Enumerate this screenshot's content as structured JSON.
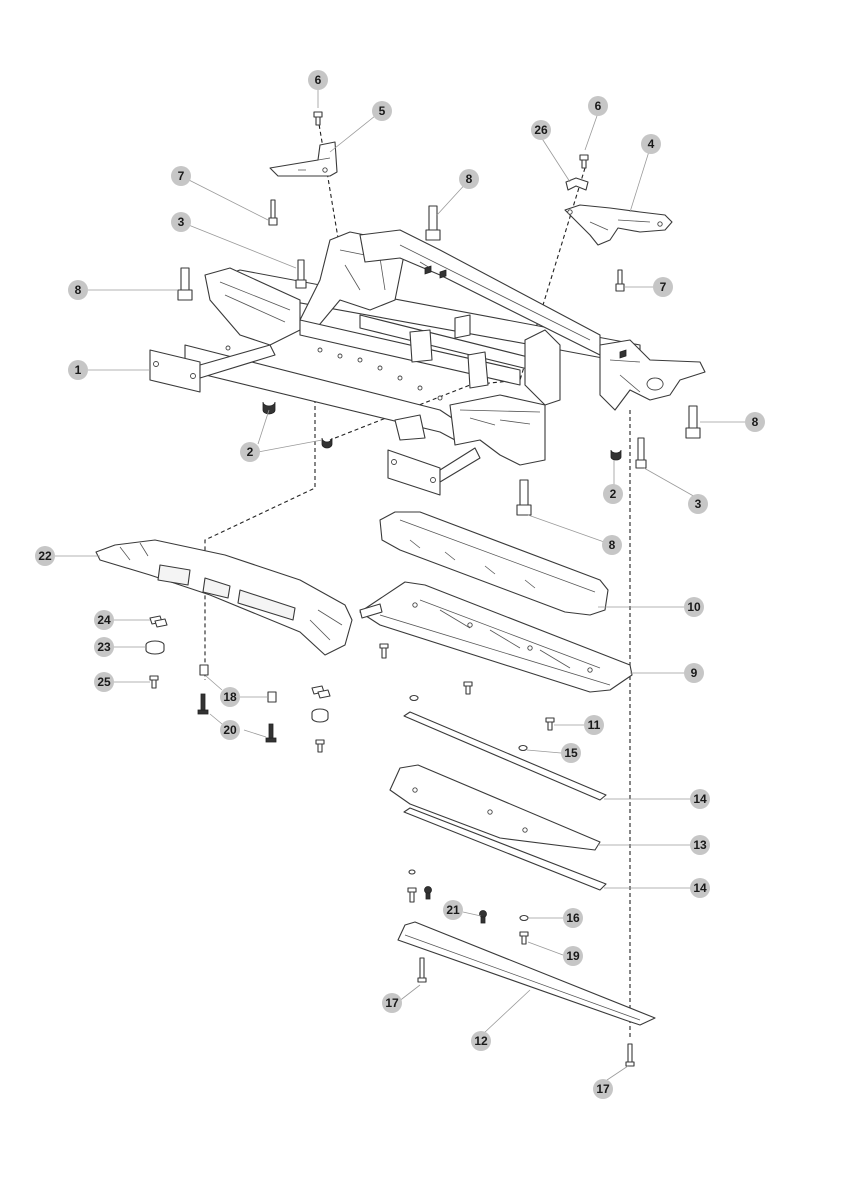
{
  "callouts": [
    {
      "id": "c6a",
      "label": "6"
    },
    {
      "id": "c5",
      "label": "5"
    },
    {
      "id": "c6b",
      "label": "6"
    },
    {
      "id": "c26",
      "label": "26"
    },
    {
      "id": "c4",
      "label": "4"
    },
    {
      "id": "c7a",
      "label": "7"
    },
    {
      "id": "c8a",
      "label": "8"
    },
    {
      "id": "c3a",
      "label": "3"
    },
    {
      "id": "c8b",
      "label": "8"
    },
    {
      "id": "c7b",
      "label": "7"
    },
    {
      "id": "c1",
      "label": "1"
    },
    {
      "id": "c8c",
      "label": "8"
    },
    {
      "id": "c2a",
      "label": "2"
    },
    {
      "id": "c2b",
      "label": "2"
    },
    {
      "id": "c3b",
      "label": "3"
    },
    {
      "id": "c8d",
      "label": "8"
    },
    {
      "id": "c22",
      "label": "22"
    },
    {
      "id": "c10",
      "label": "10"
    },
    {
      "id": "c24",
      "label": "24"
    },
    {
      "id": "c23",
      "label": "23"
    },
    {
      "id": "c9",
      "label": "9"
    },
    {
      "id": "c25",
      "label": "25"
    },
    {
      "id": "c18",
      "label": "18"
    },
    {
      "id": "c20",
      "label": "20"
    },
    {
      "id": "c11",
      "label": "11"
    },
    {
      "id": "c15",
      "label": "15"
    },
    {
      "id": "c14a",
      "label": "14"
    },
    {
      "id": "c13",
      "label": "13"
    },
    {
      "id": "c14b",
      "label": "14"
    },
    {
      "id": "c21",
      "label": "21"
    },
    {
      "id": "c16",
      "label": "16"
    },
    {
      "id": "c19",
      "label": "19"
    },
    {
      "id": "c17a",
      "label": "17"
    },
    {
      "id": "c12",
      "label": "12"
    },
    {
      "id": "c17b",
      "label": "17"
    }
  ],
  "colors": {
    "callout_fill": "#c6c6c6",
    "line": "#3a3a3a",
    "leader": "#9a9a9a"
  }
}
